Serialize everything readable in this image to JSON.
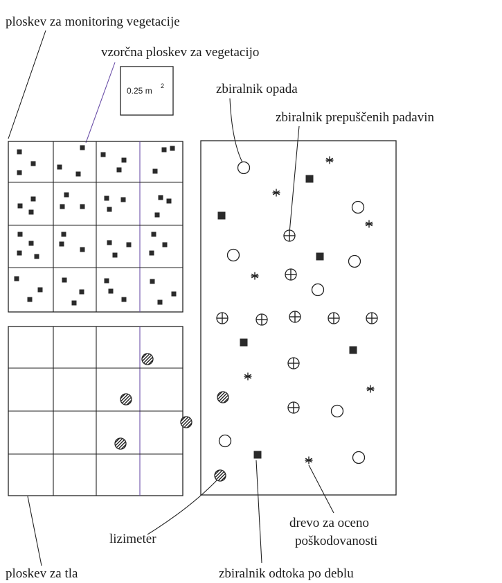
{
  "labels": {
    "vegetation_plot": "ploskev za monitoring vegetacije",
    "sample_plot": "vzorčna ploskev za vegetacijo",
    "sample_area": "0.25 m",
    "sample_area_exp": "2",
    "litter_collector": "zbiralnik opada",
    "throughfall_collector": "zbiralnik prepuščenih padavin",
    "tree_damage_1": "drevo za oceno",
    "tree_damage_2": "poškodovanosti",
    "lysimeter": "lizimeter",
    "soil_plot": "ploskev za tla",
    "stemflow_collector": "zbiralnik odtoka po deblu"
  }
}
